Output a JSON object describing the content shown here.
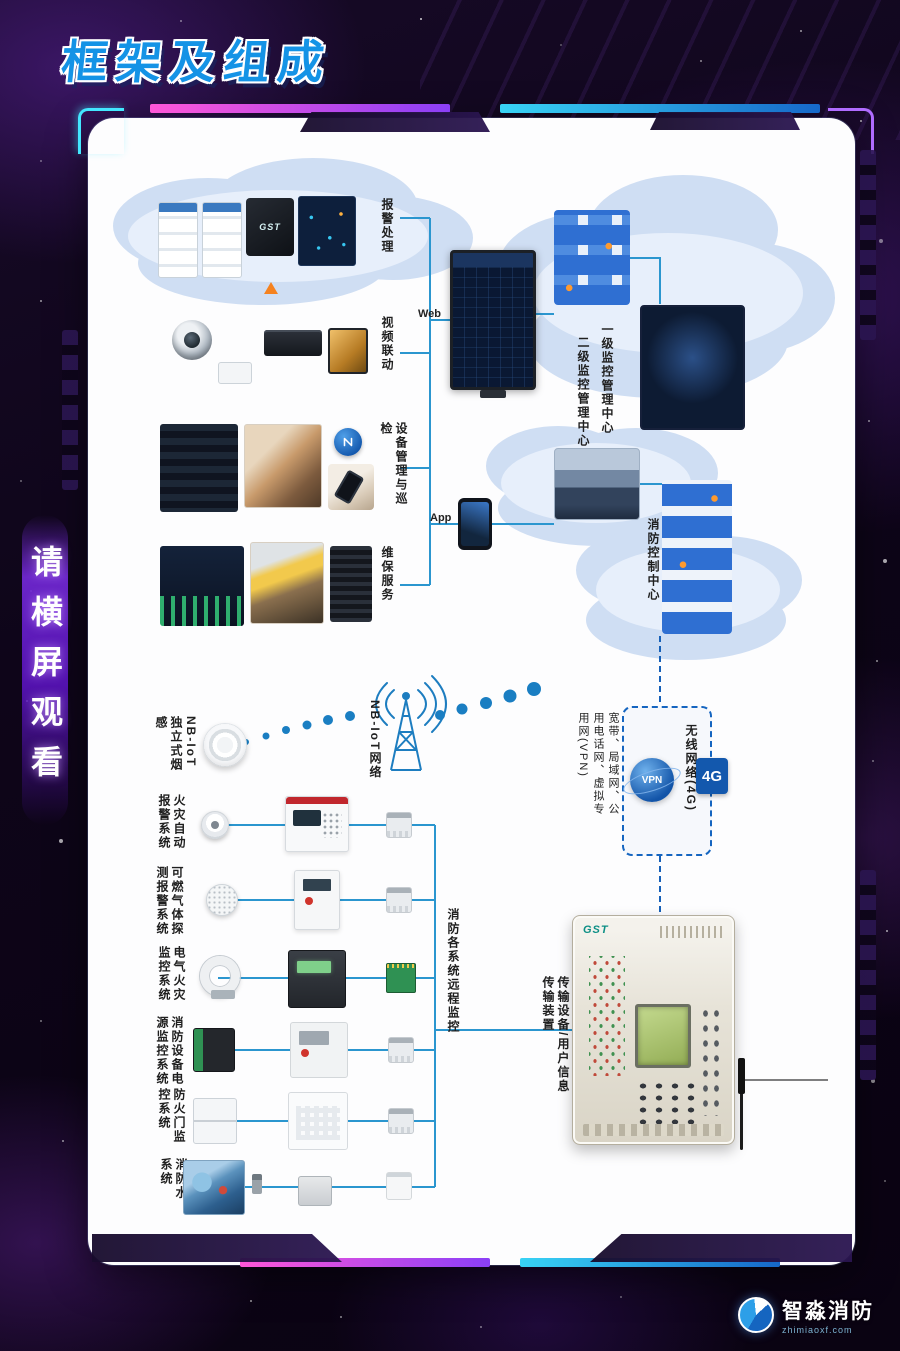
{
  "page": {
    "title": "框架及组成",
    "side_note": "请横屏观看"
  },
  "brand": "GST",
  "app_groups": [
    {
      "label": "报警处理"
    },
    {
      "label": "视频联动"
    },
    {
      "label": "设备管理与巡检"
    },
    {
      "label": "维保服务"
    }
  ],
  "access": {
    "web": "Web",
    "app": "App"
  },
  "centers": {
    "level1": "一级监控管理中心",
    "level2": "二级监控管理中心",
    "fire_control": "消防控制中心"
  },
  "network": {
    "nbiot": "NB-IoT网络",
    "wireless": "无线网络(4G)",
    "g4": "4G",
    "vpn": "VPN",
    "links": "宽带、局域网、公用电话网、虚拟专用网(VPN)"
  },
  "subsystems": [
    {
      "label": "NB-IoT独立式烟感"
    },
    {
      "label": "火灾自动报警系统"
    },
    {
      "label": "可燃气体探测报警系统"
    },
    {
      "label": "电气火灾监控系统"
    },
    {
      "label": "消防设备电源监控系统"
    },
    {
      "label": "防火门监控系统"
    },
    {
      "label": "消防水系统"
    }
  ],
  "bus_label": "消防各系统远程监控",
  "transmission_label": "传输设备/用户信息传输装置",
  "footer": {
    "name": "智淼消防",
    "site": "zhimiaoxf.com"
  }
}
